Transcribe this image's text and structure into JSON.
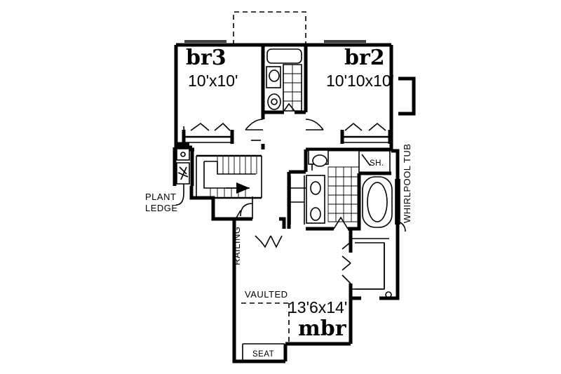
{
  "rooms": {
    "br3": {
      "name": "br3",
      "dims": "10'x10'"
    },
    "br2": {
      "name": "br2",
      "dims": "10'10x10'"
    },
    "mbr": {
      "name": "mbr",
      "dims": "13'6x14'"
    }
  },
  "labels": {
    "plant_ledge_line1": "PLANT",
    "plant_ledge_line2": "LEDGE",
    "railing": "RAILING",
    "whirlpool_tub": "WHIRLPOOL TUB",
    "shower": "SH.",
    "vaulted": "VAULTED",
    "seat": "SEAT"
  }
}
